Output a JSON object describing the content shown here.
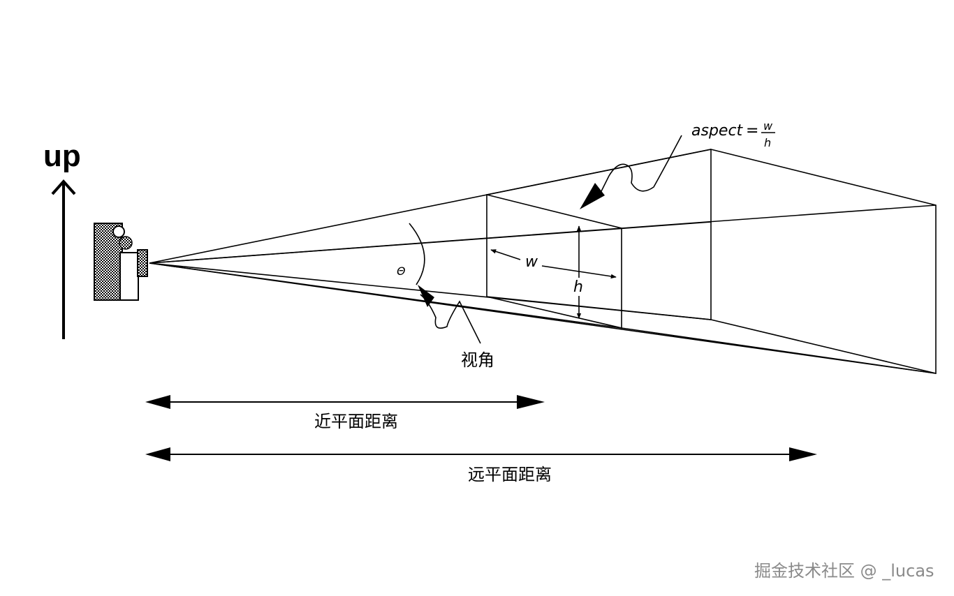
{
  "labels": {
    "up": "up",
    "fov": "视角",
    "near_distance": "近平面距离",
    "far_distance": "远平面距离",
    "aspect": "aspect",
    "aspect_equals": "=",
    "aspect_numerator": "w",
    "aspect_denominator": "h",
    "width_symbol": "w",
    "height_symbol": "h",
    "theta_symbol": "Θ"
  },
  "watermark": "掘金技术社区 @ _lucas",
  "colors": {
    "line": "#000000",
    "background": "#ffffff",
    "watermark": "#8a8a8a"
  }
}
